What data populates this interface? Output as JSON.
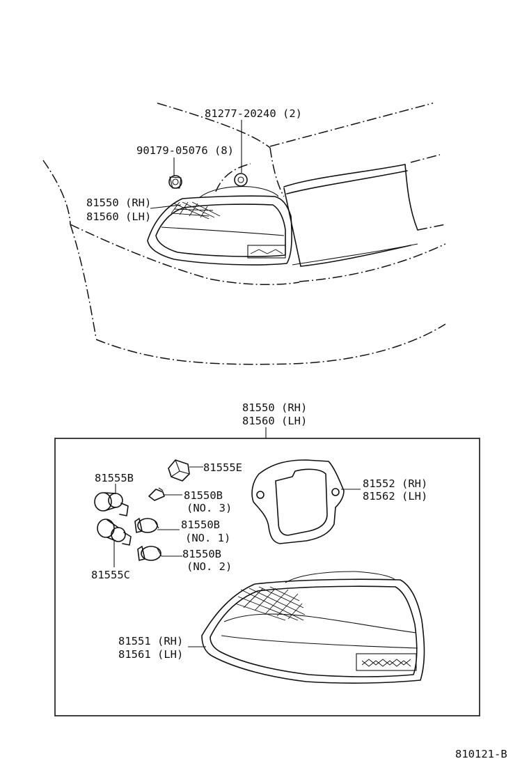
{
  "top_view": {
    "clip_label": "81277-20240 (2)",
    "nut_label": "90179-05076 (8)",
    "lamp_rh_label": "81550 (RH)",
    "lamp_lh_label": "81560 (LH)"
  },
  "detail_view": {
    "assembly_rh_label": "81550 (RH)",
    "assembly_lh_label": "81560 (LH)",
    "socket_e_label": "81555E",
    "socket_b_label": "81555B",
    "bulb_no3_part": "81550B",
    "bulb_no3_note": "(NO. 3)",
    "bulb_no1_part": "81550B",
    "bulb_no1_note": "(NO. 1)",
    "bulb_no2_part": "81550B",
    "bulb_no2_note": "(NO. 2)",
    "socket_c_label": "81555C",
    "gasket_rh_label": "81552 (RH)",
    "gasket_lh_label": "81562 (LH)",
    "lens_rh_label": "81551 (RH)",
    "lens_lh_label": "81561 (LH)"
  },
  "figure_number": "810121-B"
}
